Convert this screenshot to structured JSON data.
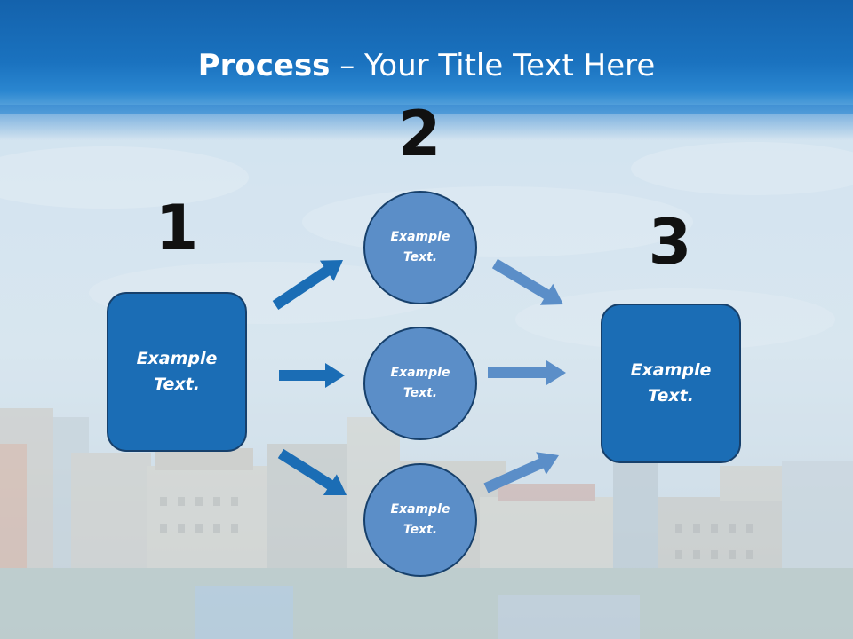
{
  "title": {
    "bold": "Process",
    "rest": " – Your Title Text Here"
  },
  "steps": {
    "one": "1",
    "two": "2",
    "three": "3"
  },
  "box_left": {
    "text": "Example\nText."
  },
  "box_right": {
    "text": "Example\nText."
  },
  "circles": [
    {
      "text": "Example\nText."
    },
    {
      "text": "Example\nText."
    },
    {
      "text": "Example\nText."
    }
  ],
  "colors": {
    "box_fill": "#1b6db5",
    "circle_fill": "#5b8ec8",
    "outline": "#17406b",
    "arrow_dark": "#1b6db5",
    "arrow_light": "#5b8ec8",
    "header": "#1a72bf"
  }
}
